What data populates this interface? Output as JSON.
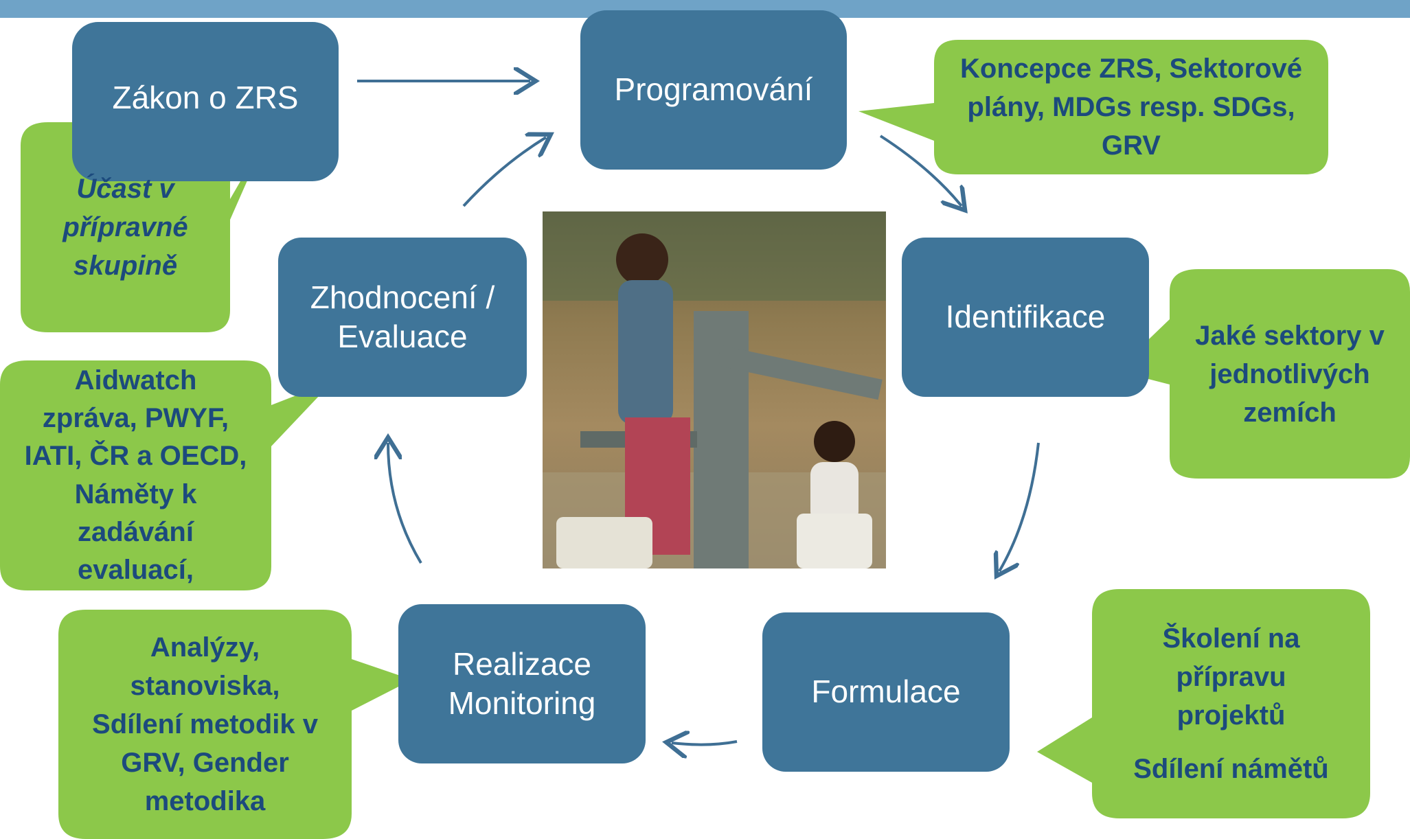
{
  "colors": {
    "box_fill": "#3f7599",
    "callout_fill": "#8cc84a",
    "callout_text": "#1c4a7d",
    "arrow": "#3f6f94",
    "top_bar": "#6fa3c7"
  },
  "stages": {
    "zakon": "Zákon o ZRS",
    "programovani": "Programování",
    "identifikace": "Identifikace",
    "formulace": "Formulace",
    "realizace_1": "Realizace",
    "realizace_2": "Monitoring",
    "zhodnoceni_1": "Zhodnocení /",
    "zhodnoceni_2": "Evaluace"
  },
  "callouts": {
    "ucast": [
      "Účast v",
      "přípravné",
      "skupině"
    ],
    "koncepce": [
      "Koncepce ZRS, Sektorové",
      "plány, MDGs resp. SDGs,",
      "GRV"
    ],
    "sektory": [
      "Jaké sektory v",
      "jednotlivých",
      "zemích"
    ],
    "skoleni": [
      "Školení na",
      "přípravu",
      "projektů"
    ],
    "sdileni_namety": "Sdílení námětů",
    "analyzy": [
      "Analýzy,",
      "stanoviska,",
      "Sdílení metodik v",
      "GRV, Gender",
      "metodika"
    ],
    "aidwatch": [
      "Aidwatch",
      "zpráva, PWYF,",
      "IATI, ČR a OECD,",
      "Náměty k",
      "zadávání",
      "evaluací,"
    ]
  },
  "photo": {
    "description_icon": "water-pump-photo-icon"
  }
}
